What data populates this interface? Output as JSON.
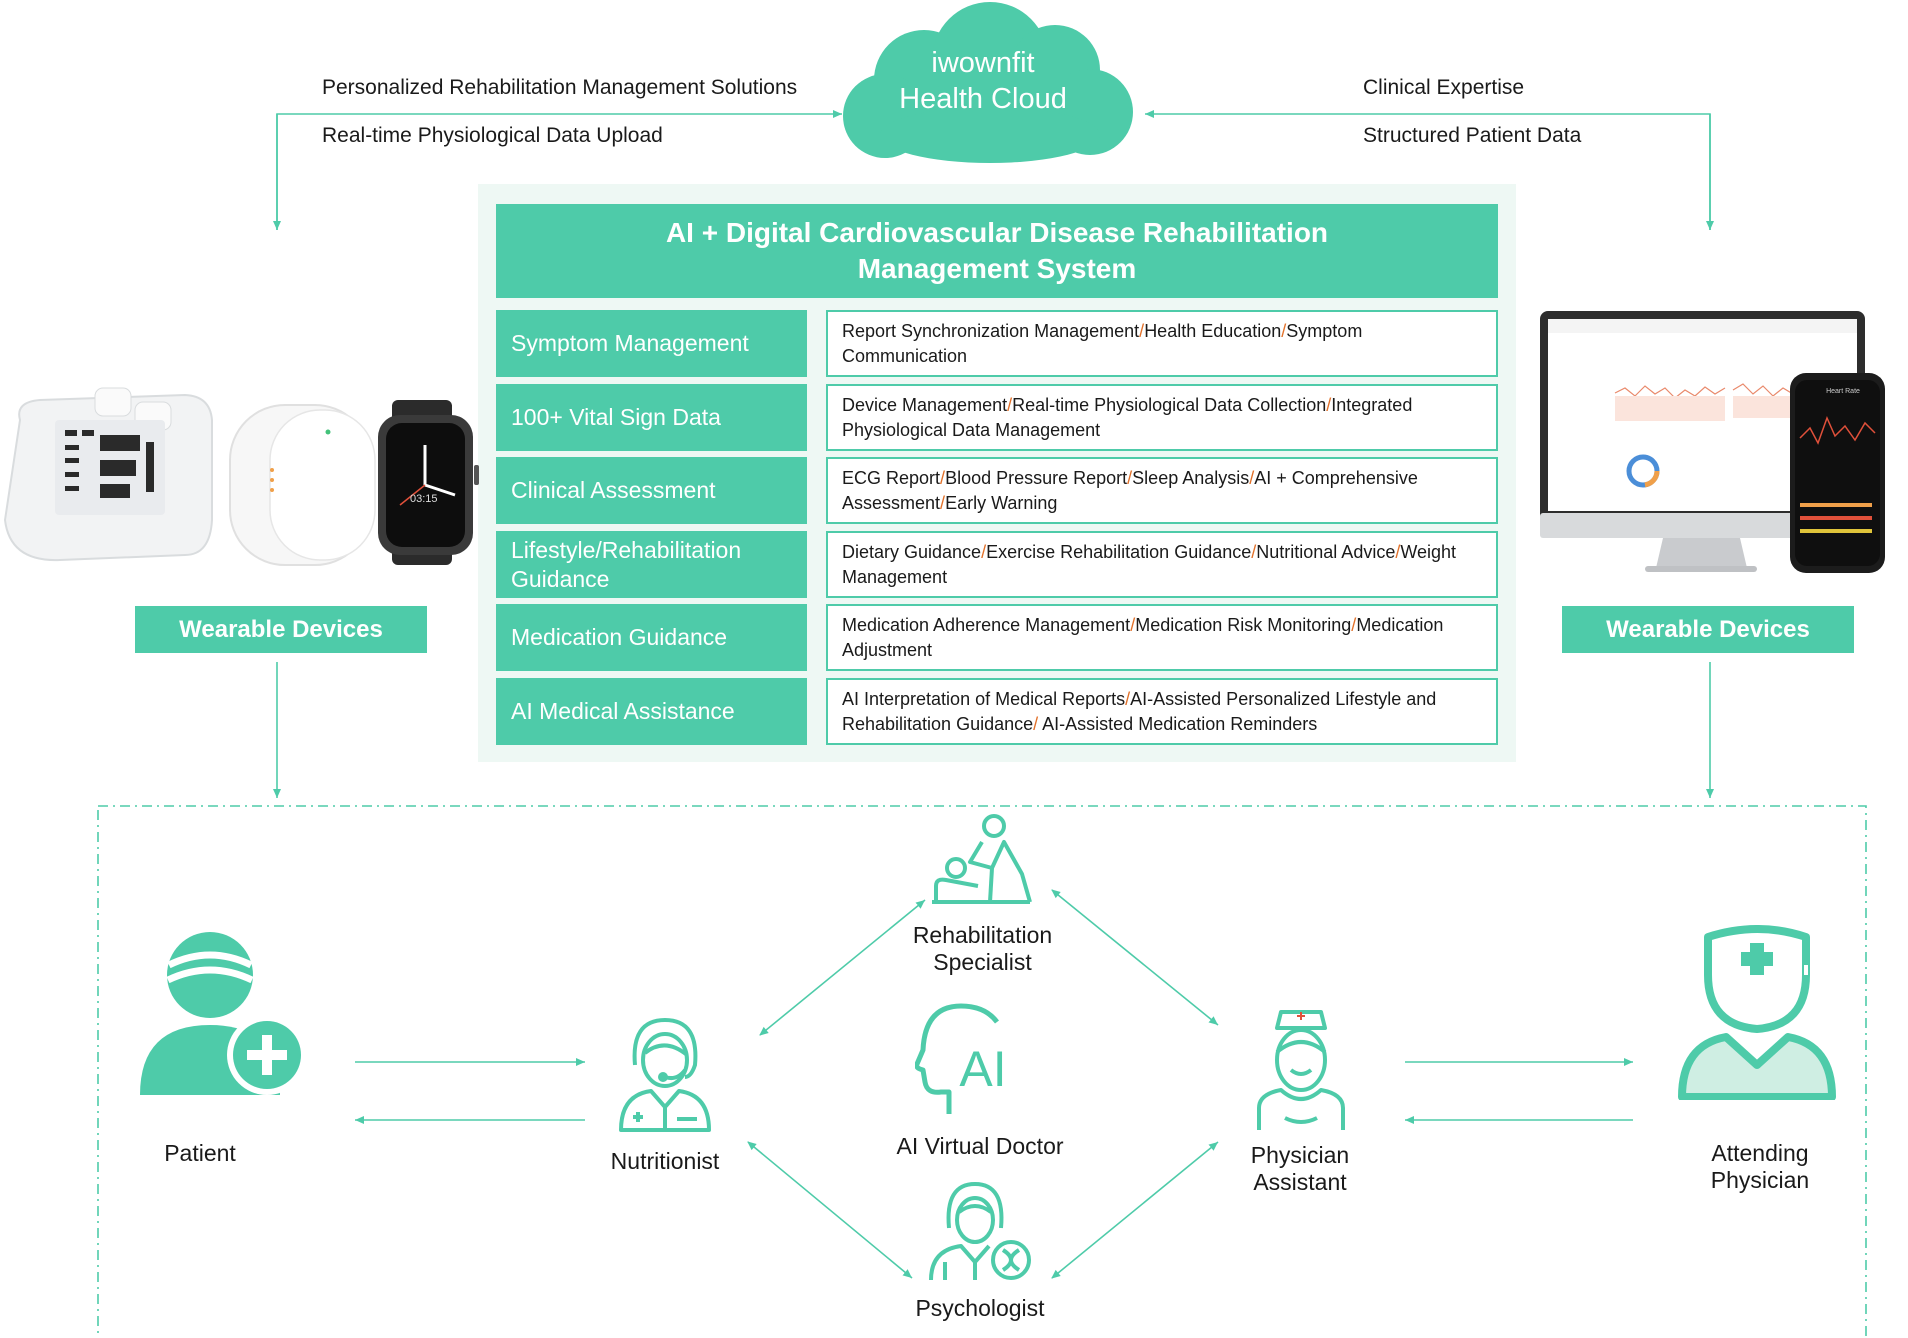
{
  "cloud": {
    "line1": "iwownfit",
    "line2": "Health Cloud"
  },
  "flows": {
    "left_top": "Personalized Rehabilitation Management Solutions",
    "left_bottom": "Real-time Physiological Data Upload",
    "right_top": "Clinical Expertise",
    "right_bottom": "Structured Patient Data"
  },
  "system": {
    "title_line1": "AI + Digital Cardiovascular Disease Rehabilitation",
    "title_line2": "Management System",
    "modules": [
      {
        "label": "Symptom Management",
        "items": [
          "Report Synchronization Management",
          "Health Education",
          "Symptom Communication"
        ]
      },
      {
        "label": "100+ Vital Sign Data",
        "items": [
          "Device Management",
          "Real-time Physiological Data Collection",
          "Integrated Physiological Data Management"
        ]
      },
      {
        "label": "Clinical Assessment",
        "items": [
          "ECG Report",
          "Blood Pressure Report",
          "Sleep Analysis",
          "AI + Comprehensive Assessment",
          "Early Warning"
        ]
      },
      {
        "label": "Lifestyle/Rehabilitation Guidance",
        "items": [
          "Dietary Guidance",
          "Exercise Rehabilitation Guidance",
          "Nutritional Advice",
          "Weight Management"
        ]
      },
      {
        "label": "Medication Guidance",
        "items": [
          "Medication Adherence Management",
          "Medication Risk Monitoring",
          "Medication Adjustment"
        ]
      },
      {
        "label": "AI Medical Assistance",
        "items": [
          "AI Interpretation of Medical Reports",
          "AI-Assisted Personalized Lifestyle and Rehabilitation Guidance",
          " AI-Assisted Medication Reminders"
        ]
      }
    ]
  },
  "devices": {
    "left_label": "Wearable Devices",
    "right_label": "Wearable Devices",
    "watch_display": "03:15",
    "phone_header": "Heart Rate"
  },
  "roles": {
    "patient": "Patient",
    "nutritionist": "Nutritionist",
    "rehab_line1": "Rehabilitation",
    "rehab_line2": "Specialist",
    "ai_doctor": "AI Virtual Doctor",
    "ai_glyph": "AI",
    "psychologist": "Psychologist",
    "physician_assistant_line1": "Physician",
    "physician_assistant_line2": "Assistant",
    "attending_line1": "Attending",
    "attending_line2": "Physician"
  },
  "colors": {
    "accent": "#4ecba9",
    "separator": "#e2712a",
    "panel_bg": "#eef8f4"
  }
}
